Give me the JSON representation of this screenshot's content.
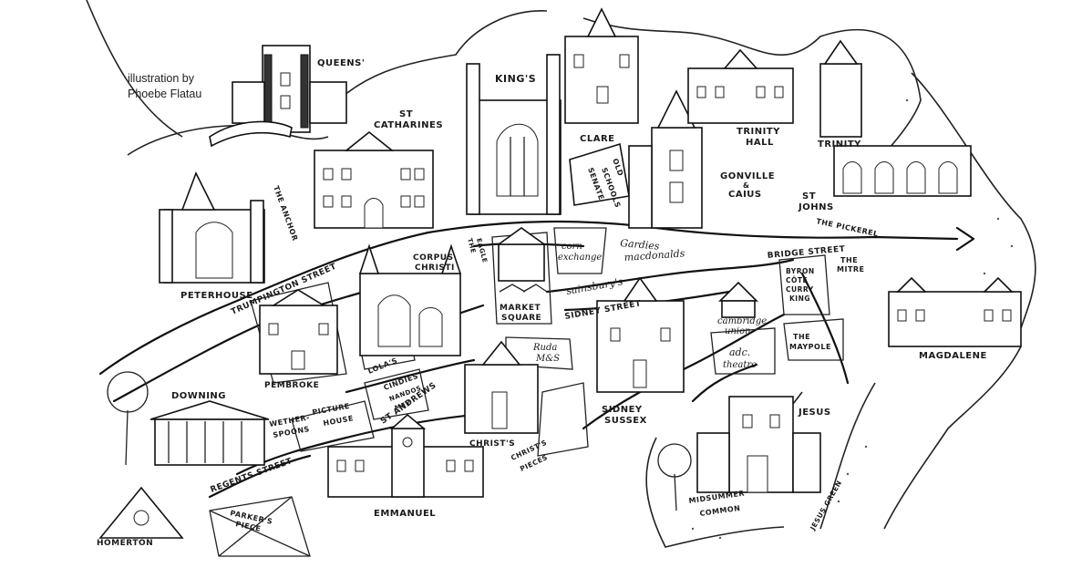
{
  "credit": {
    "line1": "illustration by",
    "line2": "Phoebe Flatau"
  },
  "colleges": {
    "queens": "QUEENS'",
    "st_catharines_1": "ST",
    "st_catharines_2": "CATHARINES",
    "kings": "KING'S",
    "clare": "CLARE",
    "trinity_hall_1": "TRINITY",
    "trinity_hall_2": "HALL",
    "trinity": "TRINITY",
    "gonville_1": "GONVILLE",
    "gonville_2": "&",
    "gonville_3": "CAIUS",
    "st_johns_1": "ST",
    "st_johns_2": "JOHNS",
    "peterhouse": "PETERHOUSE",
    "corpus_1": "CORPUS",
    "corpus_2": "CHRISTI",
    "pembroke": "PEMBROKE",
    "downing": "DOWNING",
    "christs": "CHRIST'S",
    "sidney_1": "SIDNEY",
    "sidney_2": "SUSSEX",
    "jesus": "JESUS",
    "magdalene": "MAGDALENE",
    "emmanuel": "EMMANUEL",
    "homerton": "HOMERTON"
  },
  "streets": {
    "trumpington": "TRUMPINGTON STREET",
    "sidney": "SIDNEY STREET",
    "bridge": "BRIDGE STREET",
    "regents": "REGENTS STREET",
    "st_andrews": "ST ANDREWS"
  },
  "places": {
    "the_anchor": "THE ANCHOR",
    "old_schools_1": "OLD",
    "old_schools_2": "SCHOOLS",
    "senate_1": "SENATE",
    "the_eagle_1": "THE",
    "the_eagle_2": "EAGLE",
    "corn_1": "corn",
    "corn_2": "exchange",
    "gardies": "Gardies",
    "macdonalds": "macdonalds",
    "sainsburys": "sainsbury's",
    "market_1": "MARKET",
    "market_2": "SQUARE",
    "ruda_1": "Ruda",
    "ruda_2": "M&S",
    "lolas": "LOLA'S",
    "cindies_1": "CINDIES",
    "cindies_2": "NANDOS",
    "cindies_3": "MEY",
    "picture_1": "PICTURE",
    "picture_2": "HOUSE",
    "wether_1": "WETHER-",
    "wether_2": "SPOONS",
    "cambridge_1": "cambridge",
    "cambridge_2": "union",
    "adc_1": "adc.",
    "adc_2": "theatre",
    "byron_1": "BYRON",
    "byron_2": "CÔTE",
    "byron_3": "CURRY",
    "byron_4": "KING",
    "the_mitre_1": "THE",
    "the_mitre_2": "MITRE",
    "the_maypole_1": "THE",
    "the_maypole_2": "MAYPOLE",
    "the_pickerel": "THE PICKEREL",
    "parkers_1": "PARKER'S",
    "parkers_2": "PIECE",
    "christs_pieces_1": "CHRIST'S",
    "christs_pieces_2": "PIECES",
    "midsummer_1": "MIDSUMMER",
    "midsummer_2": "COMMON",
    "jesus_green": "JESUS GREEN"
  }
}
